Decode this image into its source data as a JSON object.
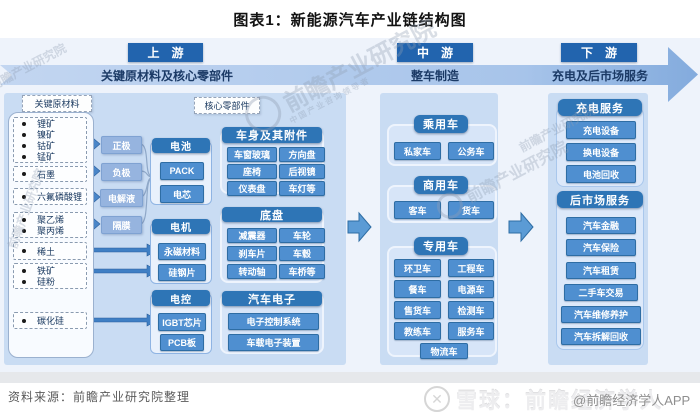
{
  "title": "图表1：新能源汽车产业链结构图",
  "stages": [
    {
      "label": "上　游",
      "band": "关键原材料及核心零部件"
    },
    {
      "label": "中　游",
      "band": "整车制造"
    },
    {
      "label": "下　游",
      "band": "充电及后市场服务"
    }
  ],
  "upstream": {
    "materials_label": "关键原材料",
    "components_label": "核心零部件",
    "material_groups": [
      {
        "items": [
          "锂矿",
          "镍矿",
          "钴矿",
          "锰矿"
        ]
      },
      {
        "items": [
          "石墨"
        ]
      },
      {
        "items": [
          "六氟磷酸锂"
        ]
      },
      {
        "items": [
          "聚乙烯",
          "聚丙烯"
        ]
      },
      {
        "items": [
          "稀土"
        ]
      },
      {
        "items": [
          "铁矿",
          "硅粉"
        ]
      },
      {
        "items": [
          "碳化硅"
        ]
      }
    ],
    "battery_parts": [
      "正极",
      "负极",
      "电解液",
      "隔膜"
    ],
    "component_groups": [
      {
        "header": "电池",
        "items": [
          "PACK",
          "电芯"
        ]
      },
      {
        "header": "电机",
        "items": [
          "永磁材料",
          "硅钢片"
        ]
      },
      {
        "header": "电控",
        "items": [
          "IGBT芯片",
          "PCB板"
        ]
      },
      {
        "header": "车身及其附件",
        "items": [
          "车窗玻璃",
          "方向盘",
          "座椅",
          "后视镜",
          "仪表盘",
          "车灯等"
        ]
      },
      {
        "header": "底盘",
        "items": [
          "减震器",
          "车轮",
          "刹车片",
          "车毂",
          "转动轴",
          "车桥等"
        ]
      },
      {
        "header": "汽车电子",
        "items": [
          "电子控制系统",
          "车载电子装置"
        ]
      }
    ]
  },
  "midstream": {
    "groups": [
      {
        "header": "乘用车",
        "items": [
          "私家车",
          "公务车"
        ]
      },
      {
        "header": "商用车",
        "items": [
          "客车",
          "货车"
        ]
      },
      {
        "header": "专用车",
        "items": [
          "环卫车",
          "工程车",
          "餐车",
          "电源车",
          "售货车",
          "检测车",
          "教练车",
          "服务车",
          "物流车"
        ]
      }
    ]
  },
  "downstream": {
    "groups": [
      {
        "header": "充电服务",
        "items": [
          "充电设备",
          "换电设备",
          "电池回收"
        ]
      },
      {
        "header": "后市场服务",
        "items": [
          "汽车金融",
          "汽车保险",
          "汽车租赁",
          "二手车交易",
          "汽车维修养护",
          "汽车拆解回收"
        ]
      }
    ]
  },
  "watermark": {
    "brand": "前瞻产业研究院",
    "brand_sub": "中国产业咨询领导者",
    "xueqiu": "雪球：前瞻经济学人",
    "app_handle": "@前瞻经济学人APP"
  },
  "source": "资料来源：前瞻产业研究院整理",
  "colors": {
    "header_blue": "#2e75b6",
    "item_blue": "#4f8fd0",
    "stage_blue": "#2264ae",
    "panel_bg": "#c9dcf3",
    "band_text": "#1b3a66"
  }
}
